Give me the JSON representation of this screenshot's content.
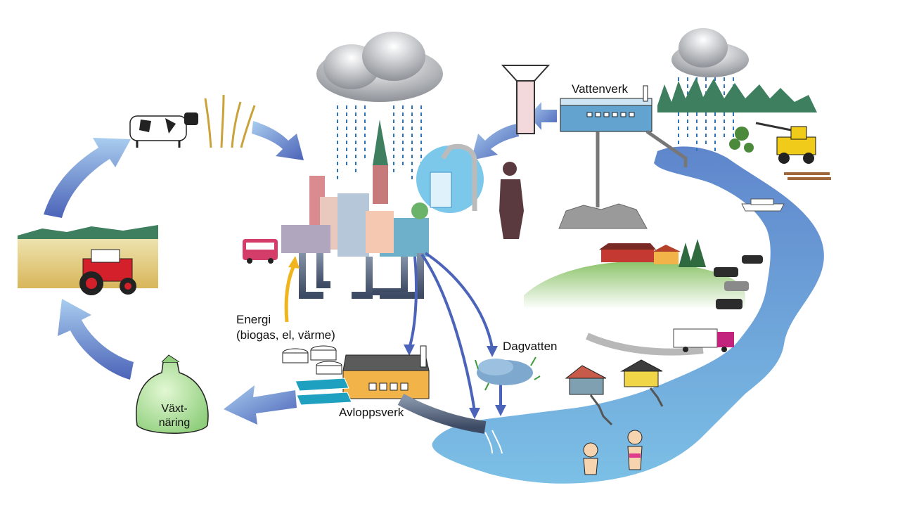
{
  "labels": {
    "vattenverk": "Vattenverk",
    "energi_line1": "Energi",
    "energi_line2": "(biogas, el, värme)",
    "dagvatten": "Dagvatten",
    "avloppsverk": "Avloppsverk",
    "bag_line1": "Växt-",
    "bag_line2": "näring"
  },
  "colors": {
    "water": "#6fa8dc",
    "arrow": "#5b7fc7",
    "energy_arrow": "#f0b41e",
    "bag": "#b9e6a8",
    "field": "#e9d79a",
    "tractor": "#d4202a"
  }
}
